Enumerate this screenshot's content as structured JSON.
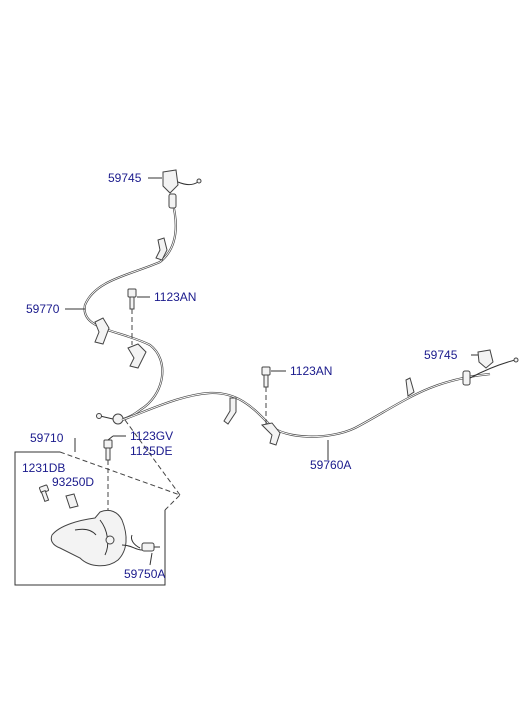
{
  "labels": {
    "p59745_top": "59745",
    "p59770": "59770",
    "p1123AN_left": "1123AN",
    "p59745_right": "59745",
    "p1123AN_mid": "1123AN",
    "p59710": "59710",
    "p1123GV": "1123GV",
    "p1125DE": "1125DE",
    "p1231DB": "1231DB",
    "p93250D": "93250D",
    "p59760A": "59760A",
    "p59750A": "59750A"
  },
  "colors": {
    "label": "#1a1a8c",
    "line": "#333333",
    "background": "#ffffff"
  }
}
